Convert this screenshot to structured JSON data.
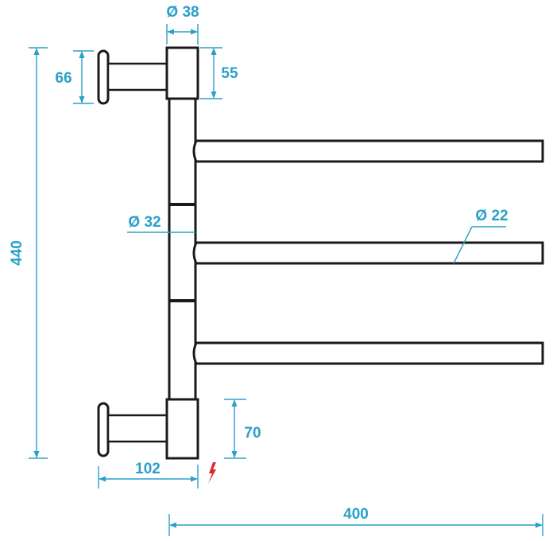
{
  "dimensions": {
    "total_height": "440",
    "wall_plate_height": "66",
    "top_block_height": "55",
    "bottom_block_height": "70",
    "top_block_diameter": "Ø 38",
    "pole_diameter": "Ø 32",
    "arm_diameter": "Ø 22",
    "wall_distance": "102",
    "arm_length": "400"
  },
  "colors": {
    "dimension_lines": "#2aa0c8",
    "outline": "#1a1a1a",
    "electrical_symbol": "#e0262b"
  },
  "icons": {
    "electrical": "lightning-bolt-icon"
  }
}
